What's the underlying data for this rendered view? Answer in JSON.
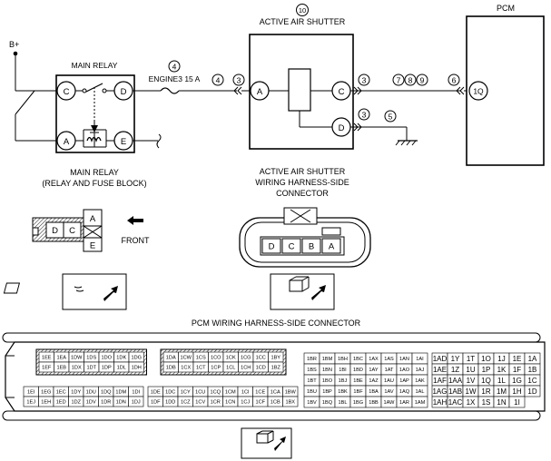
{
  "labels": {
    "b_plus": "B+",
    "main_relay_title": "MAIN RELAY",
    "fuse_label": "ENGINE3 15 A",
    "active_air_shutter_title": "ACTIVE AIR SHUTTER",
    "pcm_title": "PCM",
    "main_relay_caption_1": "MAIN RELAY",
    "main_relay_caption_2": "(RELAY AND FUSE BLOCK)",
    "aas_connector_caption_1": "ACTIVE AIR SHUTTER",
    "aas_connector_caption_2": "WIRING HARNESS-SIDE",
    "aas_connector_caption_3": "CONNECTOR",
    "front_label": "FRONT",
    "pcm_connector_caption": "PCM WIRING HARNESS-SIDE CONNECTOR"
  },
  "callouts": {
    "c10": "10",
    "c4a": "4",
    "c4b": "4",
    "c3a": "3",
    "c3b": "3",
    "c3c": "3",
    "c5": "5",
    "c7": "7",
    "c8": "8",
    "c9": "9",
    "c6": "6"
  },
  "terminals": {
    "relay_c": "C",
    "relay_d": "D",
    "relay_a": "A",
    "relay_e": "E",
    "aas_a": "A",
    "aas_c": "C",
    "aas_d": "D",
    "pcm_1q": "1Q"
  },
  "relay_connector": {
    "cells": [
      "D",
      "C",
      "A",
      "E"
    ]
  },
  "aas_connector": {
    "cells": [
      "D",
      "C",
      "B",
      "A"
    ]
  },
  "pcm_connector": {
    "block1": [
      [
        "1EE",
        "1EA",
        "1DW",
        "1DS",
        "1DO",
        "1DK",
        "1DG"
      ],
      [
        "1EF",
        "1EB",
        "1DX",
        "1DT",
        "1DP",
        "1DL",
        "1DH"
      ]
    ],
    "block1b": [
      [
        "1EI",
        "1EG",
        "1EC",
        "1DY",
        "1DU",
        "1DQ",
        "1DM",
        "1DI"
      ],
      [
        "1EJ",
        "1EH",
        "1ED",
        "1DZ",
        "1DV",
        "1DR",
        "1DN",
        "1DJ"
      ]
    ],
    "block2": [
      [
        "1DA",
        "1CW",
        "1CS",
        "1CO",
        "1CK",
        "1CG",
        "1CC",
        "1BY"
      ],
      [
        "1DB",
        "1CX",
        "1CT",
        "1CP",
        "1CL",
        "1CH",
        "1CD",
        "1BZ"
      ]
    ],
    "block2b": [
      [
        "1DE",
        "1DC",
        "1CY",
        "1CU",
        "1CQ",
        "1CM",
        "1CI",
        "1CE",
        "1CA",
        "1BW"
      ],
      [
        "1DF",
        "1DD",
        "1CZ",
        "1CV",
        "1CR",
        "1CN",
        "1CJ",
        "1CF",
        "1CB",
        "1BX"
      ]
    ],
    "block3": [
      [
        "1BR",
        "1BM",
        "1BH",
        "1BC",
        "1AX",
        "1AS",
        "1AN",
        "1AI"
      ],
      [
        "1BS",
        "1BN",
        "1BI",
        "1BD",
        "1AY",
        "1AT",
        "1AO",
        "1AJ"
      ],
      [
        "1BT",
        "1BO",
        "1BJ",
        "1BE",
        "1AZ",
        "1AU",
        "1AP",
        "1AK"
      ],
      [
        "1BU",
        "1BP",
        "1BK",
        "1BF",
        "1BA",
        "1AV",
        "1AQ",
        "1AL"
      ],
      [
        "1BV",
        "1BQ",
        "1BL",
        "1BG",
        "1BB",
        "1AW",
        "1AR",
        "1AM"
      ]
    ],
    "block4": [
      [
        "1AD",
        "1Y",
        "1T",
        "1O",
        "1J",
        "1E",
        "1A"
      ],
      [
        "1AE",
        "1Z",
        "1U",
        "1P",
        "1K",
        "1F",
        "1B"
      ],
      [
        "1AF",
        "1AA",
        "1V",
        "1Q",
        "1L",
        "1G",
        "1C"
      ],
      [
        "1AG",
        "1AB",
        "1W",
        "1R",
        "1M",
        "1H",
        "1D"
      ],
      [
        "1AH",
        "1AC",
        "1X",
        "1S",
        "1N",
        "1I"
      ]
    ]
  }
}
